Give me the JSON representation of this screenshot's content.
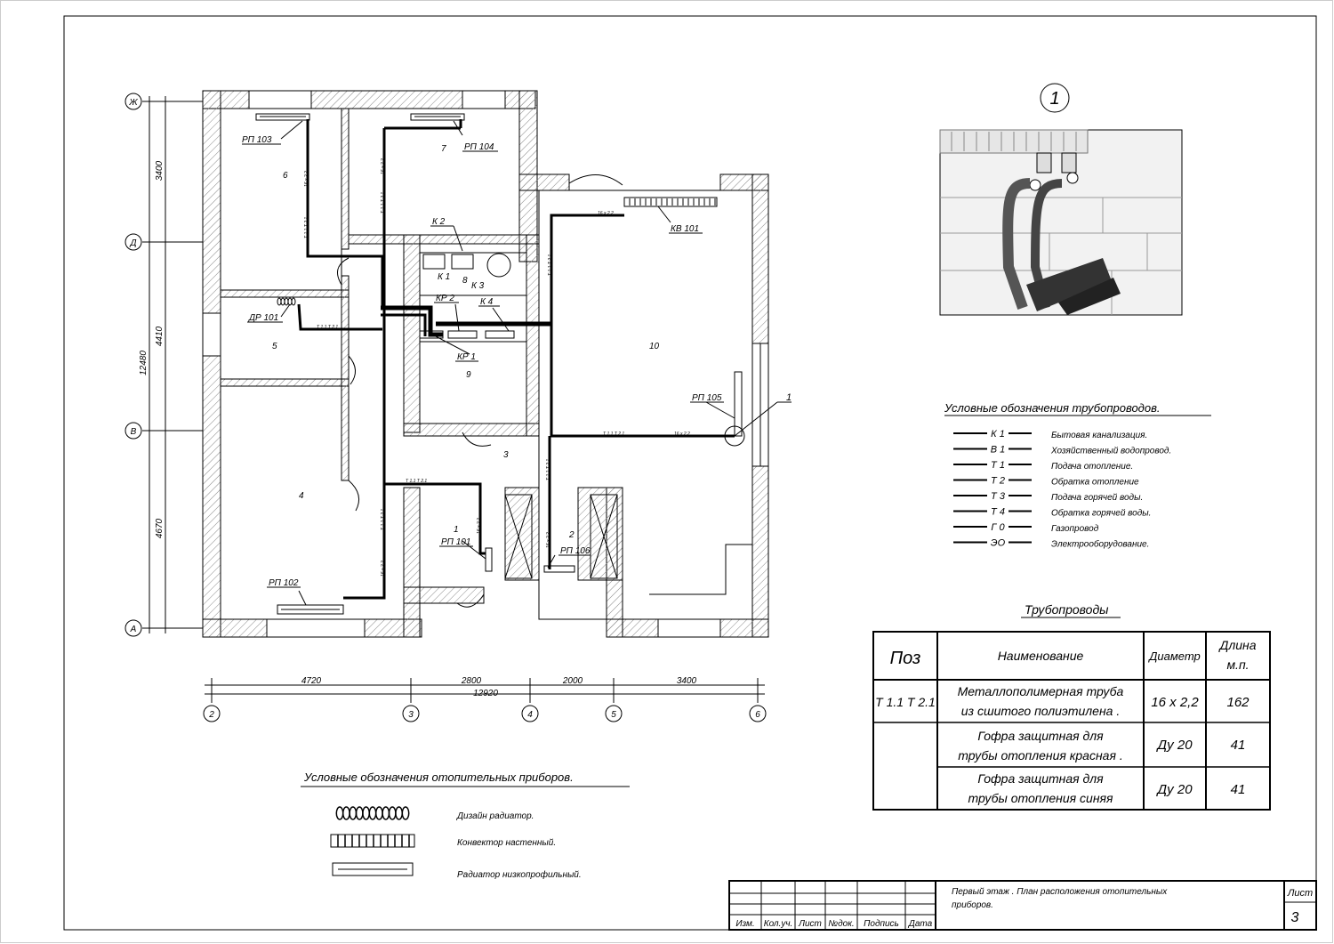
{
  "drawing": {
    "axes_rows": [
      "Ж",
      "Д",
      "В",
      "А"
    ],
    "axes_cols": [
      "2",
      "3",
      "4",
      "5",
      "6"
    ],
    "dims_left": [
      "3400",
      "4410",
      "4670",
      "12480"
    ],
    "dims_bottom": [
      "4720",
      "2800",
      "2000",
      "3400",
      "12920"
    ],
    "room_numbers": [
      "6",
      "7",
      "8",
      "5",
      "9",
      "10",
      "3",
      "4",
      "1",
      "2"
    ],
    "device_labels": {
      "rp103": "РП 103",
      "rp104": "РП 104",
      "kv101": "КВ 101",
      "dr101": "ДР 101",
      "rp105": "РП 105",
      "rp101": "РП 101",
      "rp106": "РП 106",
      "rp102": "РП 102",
      "k1": "К 1",
      "k2": "К 2",
      "k3": "К 3",
      "k4": "К 4",
      "kr1": "КР 1",
      "kr2": "КР 2"
    },
    "pipe_label": "Т 1.1 Т 2.1",
    "pipe_size": "16 х 2,2",
    "callout": "1"
  },
  "detail": {
    "number": "1"
  },
  "pipe_legend": {
    "title": "Условные обозначения трубопроводов.",
    "items": [
      {
        "code": "К 1",
        "text": "Бытовая канализация."
      },
      {
        "code": "В 1",
        "text": "Хозяйственный водопровод."
      },
      {
        "code": "Т 1",
        "text": "Подача отопление."
      },
      {
        "code": "Т 2",
        "text": "Обратка отопление"
      },
      {
        "code": "Т 3",
        "text": "Подача горячей воды."
      },
      {
        "code": "Т 4",
        "text": "Обратка горячей воды."
      },
      {
        "code": "Г 0",
        "text": "Газопровод"
      },
      {
        "code": "ЭО",
        "text": "Электрооборудование."
      }
    ]
  },
  "pipes_table": {
    "title": "Трубопроводы",
    "headers": [
      "Поз",
      "Наименование",
      "Диаметр",
      "Длина",
      "м.п."
    ],
    "rows": [
      {
        "pos": "Т 1.1 Т 2.1",
        "name1": "Металлополимерная труба",
        "name2": "из сшитого полиэтилена .",
        "dia": "16 х 2,2",
        "len": "162"
      },
      {
        "pos": "",
        "name1": "Гофра защитная для",
        "name2": "трубы отопления красная .",
        "dia": "Ду 20",
        "len": "41"
      },
      {
        "pos": "",
        "name1": "Гофра защитная для",
        "name2": "трубы отопления синяя",
        "dia": "Ду 20",
        "len": "41"
      }
    ]
  },
  "device_legend": {
    "title": "Условные обозначения отопительных приборов.",
    "items": [
      "Дизайн радиатор.",
      "Конвектор настенный.",
      "Радиатор низкопрофильный."
    ]
  },
  "title_block": {
    "headers": [
      "Изм.",
      "Кол.уч.",
      "Лист",
      "№док.",
      "Подпись",
      "Дата"
    ],
    "description1": "Первый этаж . План расположения отопительных",
    "description2": "приборов.",
    "sheet_label": "Лист",
    "sheet_number": "3"
  }
}
